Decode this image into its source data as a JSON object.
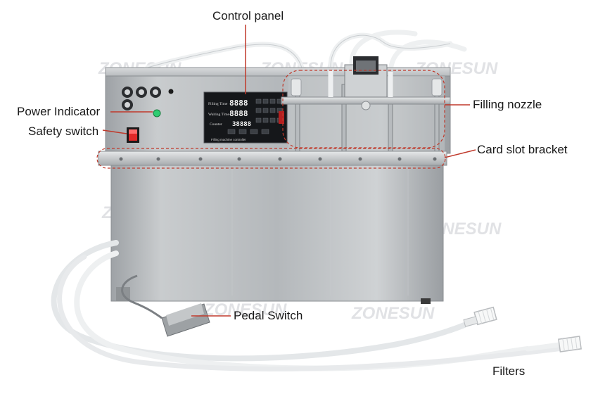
{
  "labels": {
    "control_panel": "Control panel",
    "power_indicator": "Power Indicator",
    "safety_switch": "Safety switch",
    "filling_nozzle": "Filling nozzle",
    "card_slot_bracket": "Card slot bracket",
    "pedal_switch": "Pedal Switch",
    "filters": "Filters"
  },
  "panel": {
    "filling_time": "Filling Time",
    "waiting_time": "Waiting Time",
    "counter": "Counter",
    "display_1": "8888",
    "display_2": "8888",
    "display_3": "38888",
    "caption": "Filling machine controller"
  },
  "watermark": "ZONESUN",
  "colors": {
    "callout_line": "#c0392b",
    "steel": "#b9bcbf",
    "panel_black": "#15171a",
    "indicator": "#2ecc71",
    "switch": "#e02828",
    "tube": "#eef0f1"
  }
}
